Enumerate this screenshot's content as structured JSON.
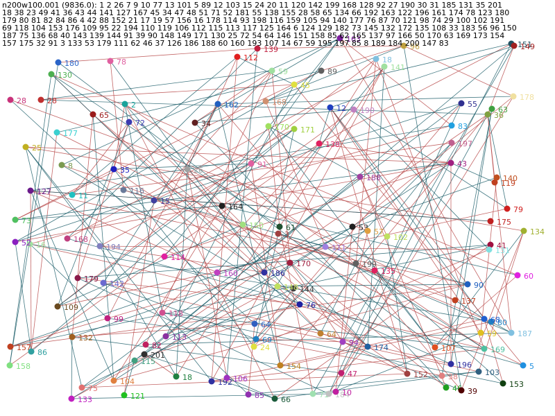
{
  "header": {
    "lines": [
      "n200w100.001 (9836.0): 1 2 26 7 9 10 77 13 101 5 89 12 103 15 24 20 11 120 142 199 168 128 92 27 190 30 31 185 131 35 201",
      "18 38 23 49 41 36 43 44 141 127 167 45 34 47 48 51 71 52 181 55 138 155 28 58 65 134 66 192 163 122 196 161 174 78 123 180",
      "179 80 81 82 84 86 4 42 88 152 21 17 19 57 156 16 178 114 93 198 116 159 105 94 140 177 76 87 70 121 98 74 29 100 102 191",
      "69 118 104 153 176 109 95 22 194 110 119 106 112 115 113 117 125 164 6 124 129 182 73 145 132 172 135 108 33 183 56 96 150",
      "187 75 136 68 40 143 139 144 91 39 90 148 149 171 130 25 72 54 64 146 151 158 85 62 165 137 97 166 50 170 63 169 173 154",
      "157 175 32 91 3 133 53 179 111 62 46 37 126 186 188 60 160 193 107 14 67 59 195 197 85 8 189 184 200 147 83"
    ]
  },
  "graph": {
    "edge_colors": [
      "#b84a4a",
      "#1f5f6b"
    ],
    "nodes": [
      {
        "label": "180",
        "color": "#2a64c8"
      },
      {
        "label": "130",
        "color": "#4caf50"
      },
      {
        "label": "28",
        "color": "#c8327a"
      },
      {
        "label": "28",
        "color": "#c03030"
      },
      {
        "label": "2",
        "color": "#1aa39b"
      },
      {
        "label": "65",
        "color": "#9a1b1b"
      },
      {
        "label": "72",
        "color": "#3a3ab0"
      },
      {
        "label": "177",
        "color": "#3bd0d0"
      },
      {
        "label": "25",
        "color": "#c0b020"
      },
      {
        "label": "8",
        "color": "#7a9a50"
      },
      {
        "label": "35",
        "color": "#2020c0"
      },
      {
        "label": "127",
        "color": "#6a1a8a"
      },
      {
        "label": "11",
        "color": "#20c0c0"
      },
      {
        "label": "15",
        "color": "#4040a0"
      },
      {
        "label": "116",
        "color": "#6a7a9a"
      },
      {
        "label": "73",
        "color": "#50c060"
      },
      {
        "label": "16",
        "color": "#a0e0a0"
      },
      {
        "label": "52",
        "color": "#8a20c0"
      },
      {
        "label": "168",
        "color": "#c04080"
      },
      {
        "label": "194",
        "color": "#8080c0"
      },
      {
        "label": "179",
        "color": "#8a1a4a"
      },
      {
        "label": "142",
        "color": "#6a6ad0"
      },
      {
        "label": "109",
        "color": "#6a4a20"
      },
      {
        "label": "99",
        "color": "#c02080"
      },
      {
        "label": "132",
        "color": "#a06020"
      },
      {
        "label": "157",
        "color": "#c04020"
      },
      {
        "label": "86",
        "color": "#30a0a0"
      },
      {
        "label": "158",
        "color": "#80e080"
      },
      {
        "label": "133",
        "color": "#c020c0"
      },
      {
        "label": "75",
        "color": "#e07070"
      },
      {
        "label": "104",
        "color": "#e08040"
      },
      {
        "label": "121",
        "color": "#20c020"
      },
      {
        "label": "201",
        "color": "#303030"
      },
      {
        "label": "115",
        "color": "#40a080"
      },
      {
        "label": "82",
        "color": "#c02060"
      },
      {
        "label": "113",
        "color": "#8a30a0"
      },
      {
        "label": "118",
        "color": "#d05090"
      },
      {
        "label": "18",
        "color": "#208040"
      },
      {
        "label": "192",
        "color": "#3030a0"
      },
      {
        "label": "106",
        "color": "#a030c0"
      },
      {
        "label": "85",
        "color": "#9030b0"
      },
      {
        "label": "66",
        "color": "#1a5a3a"
      },
      {
        "label": "71",
        "color": "#a0e0b0"
      },
      {
        "label": "184",
        "color": "#c0c0c0"
      },
      {
        "label": "10",
        "color": "#c020a0"
      },
      {
        "label": "47",
        "color": "#c02070"
      },
      {
        "label": "154",
        "color": "#c08020"
      },
      {
        "label": "24",
        "color": "#e0e040"
      },
      {
        "label": "64",
        "color": "#3060c0"
      },
      {
        "label": "69",
        "color": "#2080c0"
      },
      {
        "label": "174",
        "color": "#2060a0"
      },
      {
        "label": "94",
        "color": "#a040c0"
      },
      {
        "label": "64",
        "color": "#c08030"
      },
      {
        "label": "152",
        "color": "#a04040"
      },
      {
        "label": "38",
        "color": "#e08080"
      },
      {
        "label": "46",
        "color": "#20a020"
      },
      {
        "label": "39",
        "color": "#500000"
      },
      {
        "label": "196",
        "color": "#3030a0"
      },
      {
        "label": "103",
        "color": "#306080"
      },
      {
        "label": "153",
        "color": "#104010"
      },
      {
        "label": "5",
        "color": "#2090e0"
      },
      {
        "label": "187",
        "color": "#80c0e0"
      },
      {
        "label": "107",
        "color": "#e05020"
      },
      {
        "label": "169",
        "color": "#50c0a0"
      },
      {
        "label": "59",
        "color": "#e0c020"
      },
      {
        "label": "80",
        "color": "#2080c0"
      },
      {
        "label": "68",
        "color": "#2060d0"
      },
      {
        "label": "60",
        "color": "#e020e0"
      },
      {
        "label": "137",
        "color": "#c04020"
      },
      {
        "label": "90",
        "color": "#2060c0"
      },
      {
        "label": "134",
        "color": "#a0b030"
      },
      {
        "label": "41",
        "color": "#a01040"
      },
      {
        "label": "131",
        "color": "#80e0e0"
      },
      {
        "label": "79",
        "color": "#d02020"
      },
      {
        "label": "175",
        "color": "#c02020"
      },
      {
        "label": "119",
        "color": "#c04020"
      },
      {
        "label": "140",
        "color": "#c05020"
      },
      {
        "label": "43",
        "color": "#a02080"
      },
      {
        "label": "197",
        "color": "#c06090"
      },
      {
        "label": "83",
        "color": "#20a0e0"
      },
      {
        "label": "36",
        "color": "#80a040"
      },
      {
        "label": "63",
        "color": "#40a040"
      },
      {
        "label": "178",
        "color": "#f0e0a0"
      },
      {
        "label": "55",
        "color": "#303090"
      },
      {
        "label": "151",
        "color": "#205060"
      },
      {
        "label": "149",
        "color": "#a02020"
      },
      {
        "label": "96",
        "color": "#c0a040"
      },
      {
        "label": "18",
        "color": "#80c0e0"
      },
      {
        "label": "141",
        "color": "#a0e0a0"
      },
      {
        "label": "163",
        "color": "#8020a0"
      },
      {
        "label": "89",
        "color": "#606060"
      },
      {
        "label": "139",
        "color": "#c02040"
      },
      {
        "label": "112",
        "color": "#e02020"
      },
      {
        "label": "59",
        "color": "#a0e0a0"
      },
      {
        "label": "45",
        "color": "#e0e040"
      },
      {
        "label": "168",
        "color": "#d09070"
      },
      {
        "label": "78",
        "color": "#e060a0"
      },
      {
        "label": "162",
        "color": "#2060c0"
      },
      {
        "label": "34",
        "color": "#602020"
      },
      {
        "label": "12",
        "color": "#2040c0"
      },
      {
        "label": "190",
        "color": "#c080c0"
      },
      {
        "label": "170",
        "color": "#a0e060"
      },
      {
        "label": "171",
        "color": "#a0d040"
      },
      {
        "label": "138",
        "color": "#e02060"
      },
      {
        "label": "188",
        "color": "#a040a0"
      },
      {
        "label": "3",
        "color": "#a04040"
      },
      {
        "label": "53",
        "color": "#202020"
      },
      {
        "label": "57",
        "color": "#e0a040"
      },
      {
        "label": "102",
        "color": "#c0e060"
      },
      {
        "label": "164",
        "color": "#202020"
      },
      {
        "label": "150",
        "color": "#a0e080"
      },
      {
        "label": "160",
        "color": "#c040c0"
      },
      {
        "label": "114",
        "color": "#e020a0"
      },
      {
        "label": "76",
        "color": "#2020a0"
      },
      {
        "label": "170",
        "color": "#a02040"
      },
      {
        "label": "144",
        "color": "#404040"
      },
      {
        "label": "148",
        "color": "#c0e060"
      },
      {
        "label": "199",
        "color": "#606060"
      },
      {
        "label": "111",
        "color": "#a080e0"
      },
      {
        "label": "135",
        "color": "#e02060"
      },
      {
        "label": "186",
        "color": "#3030a0"
      },
      {
        "label": "61",
        "color": "#205030"
      },
      {
        "label": "26",
        "color": "#a0a0a0"
      },
      {
        "label": "91",
        "color": "#e060a0"
      },
      {
        "label": "7",
        "color": "#c040c0"
      },
      {
        "label": "84",
        "color": "#20a0a0"
      }
    ]
  }
}
